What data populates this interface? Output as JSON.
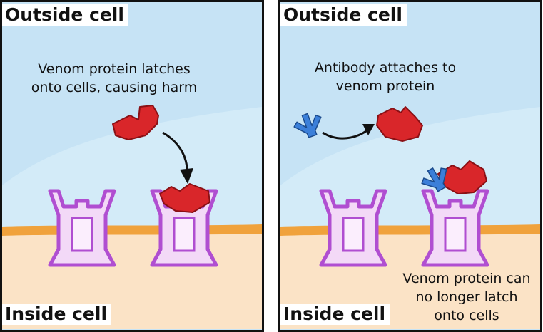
{
  "panels": [
    {
      "outside_label": "Outside cell",
      "inside_label": "Inside cell",
      "caption_lines": [
        "Venom protein latches",
        "onto cells, causing harm"
      ]
    },
    {
      "outside_label": "Outside cell",
      "inside_label": "Inside cell",
      "caption_lines": [
        "Antibody attaches to",
        "venom protein"
      ],
      "bottom_caption_lines": [
        "Venom protein can",
        "no longer latch",
        "onto cells"
      ]
    }
  ],
  "colors": {
    "extracellular": "#c6e3f5",
    "extracellular_light": "#d9eef9",
    "intracellular": "#fbe3c6",
    "membrane": "#f0a23c",
    "receptor_fill": "#f3d9f7",
    "receptor_stroke": "#b04ed1",
    "venom": "#d9262a",
    "antibody": "#3b7fd9",
    "border": "#111111"
  }
}
